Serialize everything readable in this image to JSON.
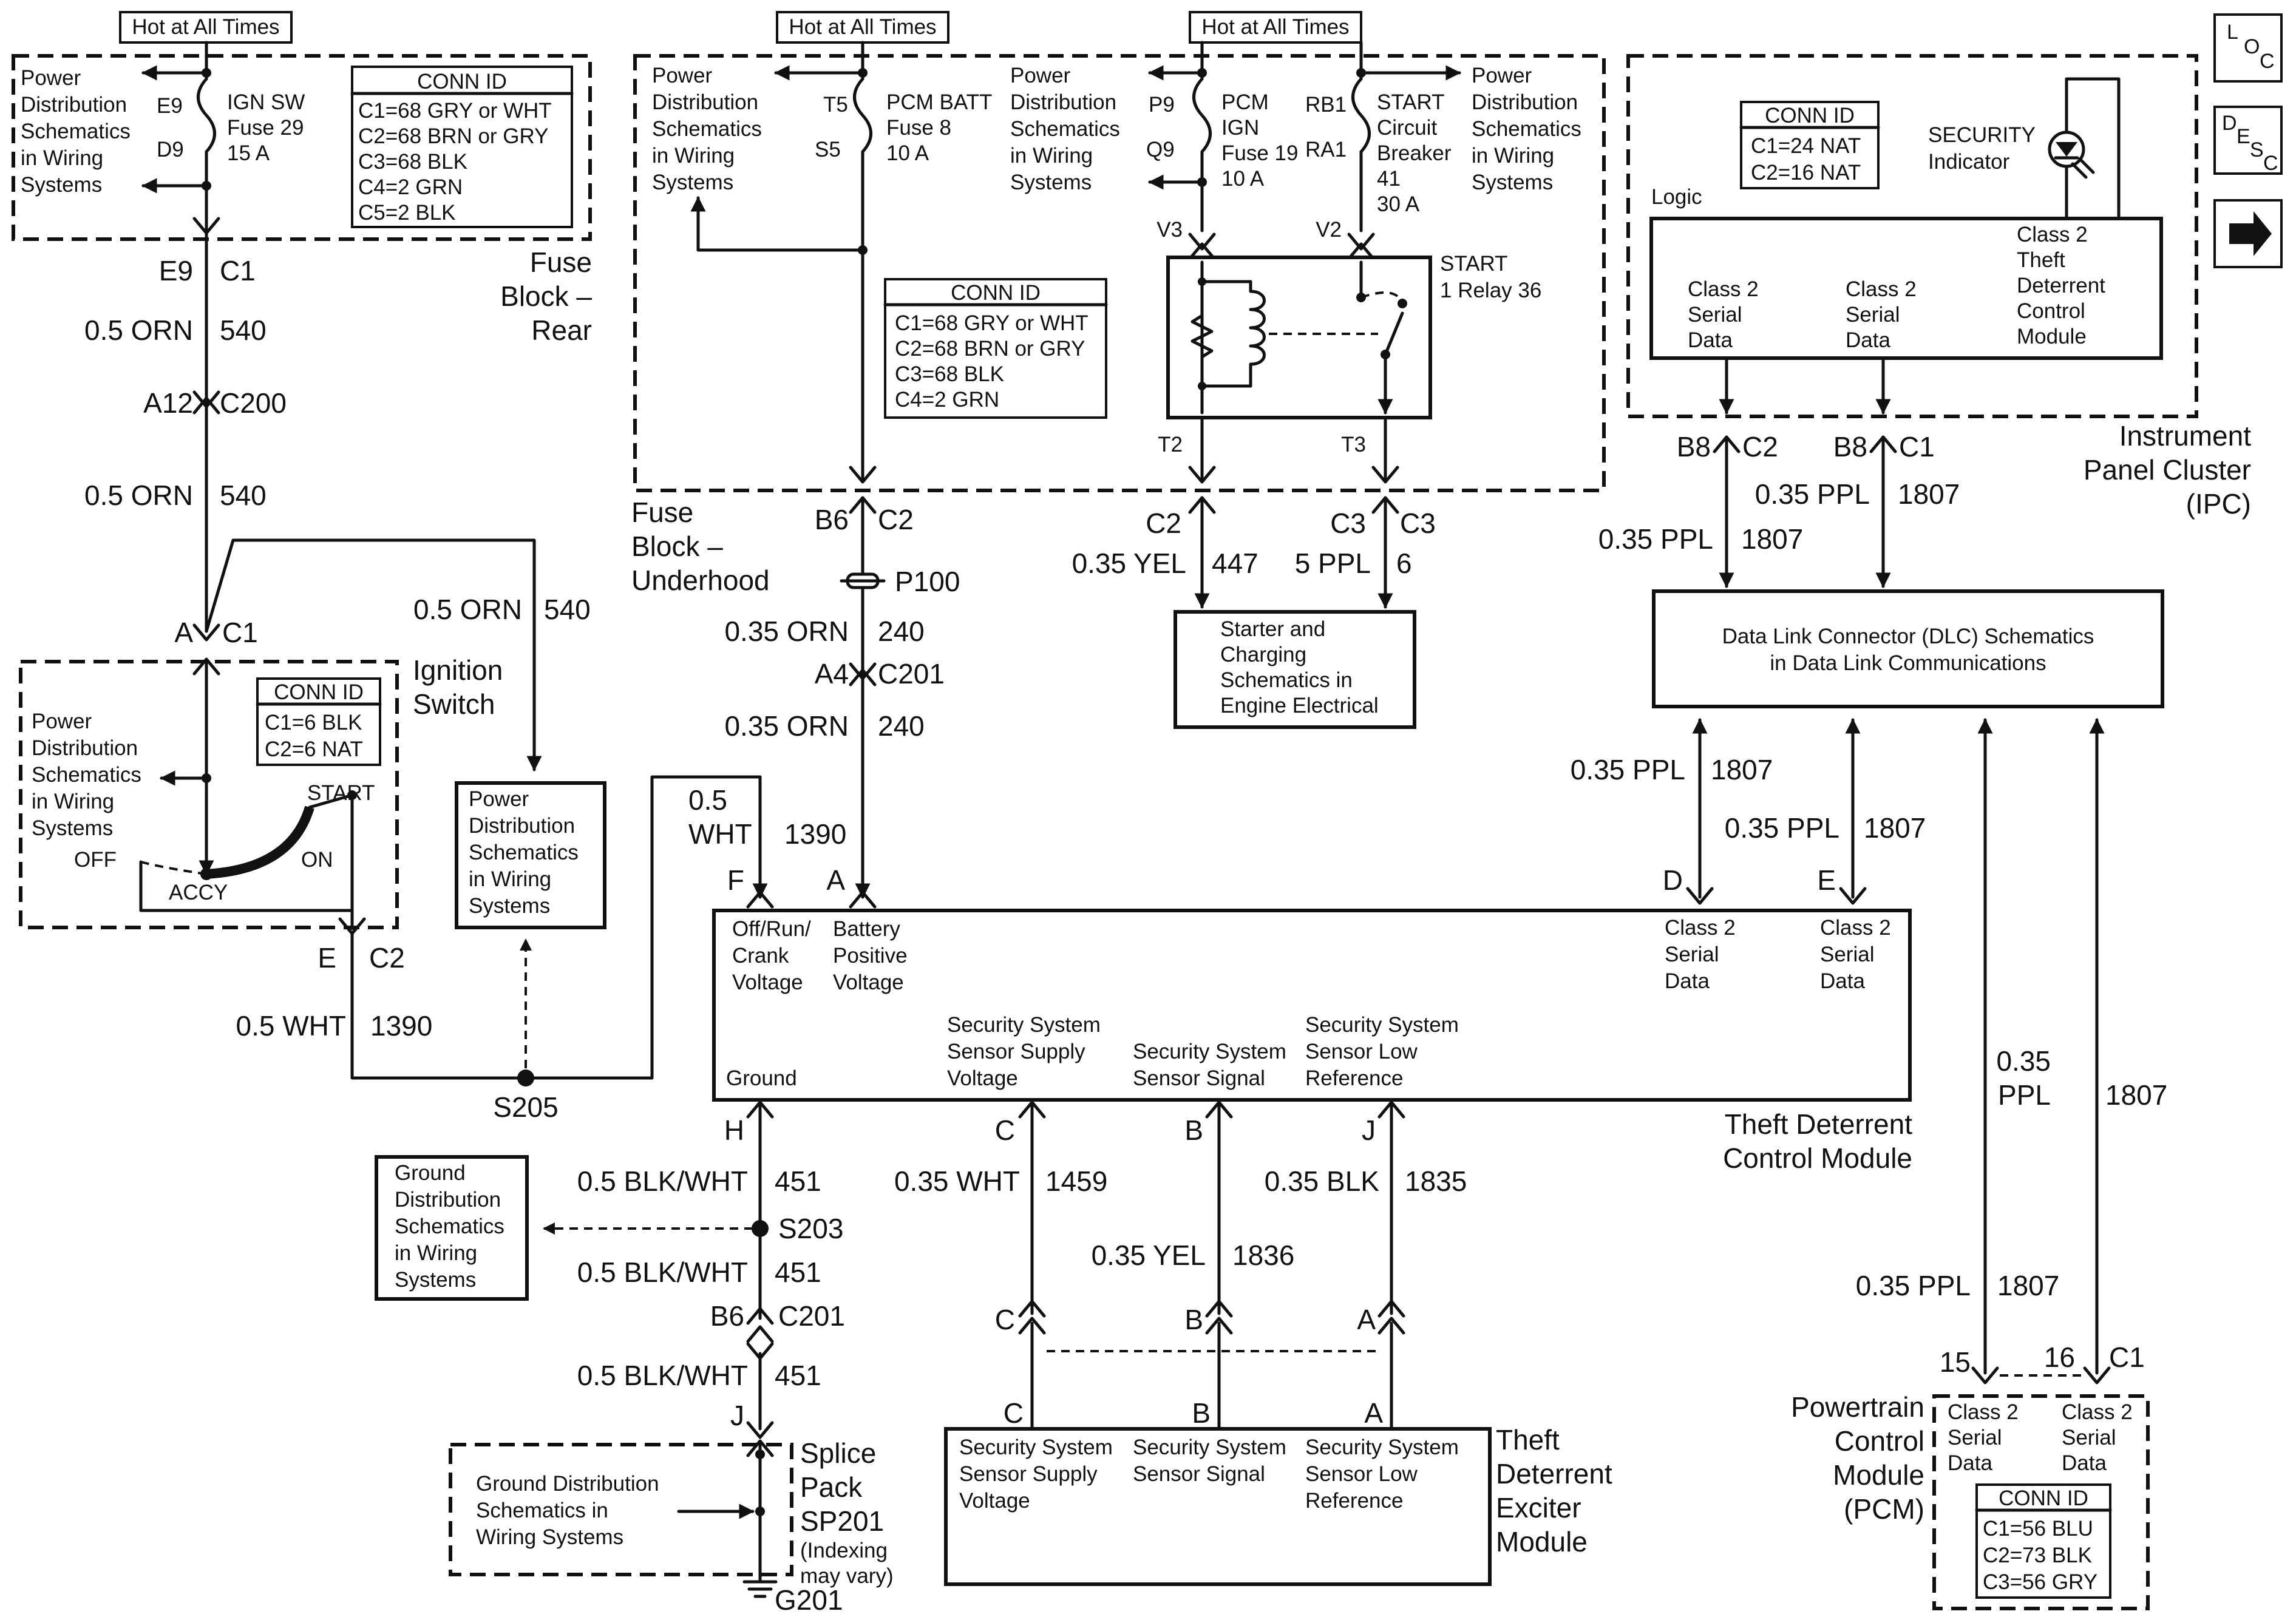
{
  "colors": {
    "ink": "#111111",
    "background": "#ffffff"
  },
  "nav": {
    "loc": [
      "L",
      "O",
      "C"
    ],
    "desc": [
      "D",
      "E",
      "S",
      "C"
    ],
    "next_icon": "arrow-right-icon"
  },
  "hot_labels": [
    "Hot at All Times",
    "Hot at All Times",
    "Hot at All Times"
  ],
  "power_distribution": [
    "Power",
    "Distribution",
    "Schematics",
    "in Wiring",
    "Systems"
  ],
  "rear_block": {
    "pins": [
      "E9",
      "D9"
    ],
    "fuse": [
      "IGN SW",
      "Fuse 29",
      "15 A"
    ],
    "title": [
      "Fuse",
      "Block –",
      "Rear"
    ],
    "conn_title": "CONN ID",
    "conn": [
      "C1=68 GRY or WHT",
      "C2=68 BRN or GRY",
      "C3=68 BLK",
      "C4=2 GRN",
      "C5=2 BLK"
    ]
  },
  "left_wire": {
    "conn1": [
      "E9",
      "C1"
    ],
    "wire1": [
      "0.5 ORN",
      "540"
    ],
    "c200": [
      "A12",
      "C200"
    ],
    "wire2": [
      "0.5 ORN",
      "540"
    ],
    "ign_c1": [
      "A",
      "C1"
    ],
    "branch": [
      "0.5 ORN",
      "540"
    ]
  },
  "ignition": {
    "title": [
      "Ignition",
      "Switch"
    ],
    "conn_title": "CONN ID",
    "conn": [
      "C1=6 BLK",
      "C2=6 NAT"
    ],
    "positions": {
      "start": "START",
      "on": "ON",
      "off": "OFF",
      "accy": "ACCY"
    },
    "c2": [
      "E",
      "C2"
    ],
    "wire": [
      "0.5 WHT",
      "1390"
    ],
    "splice": "S205"
  },
  "underhood": {
    "title": [
      "Fuse",
      "Block –",
      "Underhood"
    ],
    "pcm_batt": {
      "pins": [
        "T5",
        "S5"
      ],
      "fuse": [
        "PCM BATT",
        "Fuse 8",
        "10 A"
      ]
    },
    "pcm_ign": {
      "pins": [
        "P9",
        "Q9"
      ],
      "fuse": [
        "PCM",
        "IGN",
        "Fuse 19",
        "10 A"
      ]
    },
    "breaker": {
      "pins": [
        "RB1",
        "RA1"
      ],
      "label": [
        "START",
        "Circuit",
        "Breaker",
        "41",
        "30 A"
      ]
    },
    "relay": {
      "label": [
        "START",
        "1 Relay 36"
      ],
      "pins": [
        "V3",
        "V2",
        "T2",
        "T3"
      ]
    },
    "conn_title": "CONN ID",
    "conn": [
      "C1=68 GRY or WHT",
      "C2=68 BRN or GRY",
      "C3=68 BLK",
      "C4=2 GRN"
    ]
  },
  "center_wire": {
    "b6c2": [
      "B6",
      "C2"
    ],
    "p100": "P100",
    "wire1": [
      "0.35 ORN",
      "240"
    ],
    "c201": [
      "A4",
      "C201"
    ],
    "wire2": [
      "0.35 ORN",
      "240"
    ],
    "wht": [
      "0.5",
      "WHT",
      "1390"
    ]
  },
  "starter": {
    "c2": "C2",
    "c3a": "C3",
    "c3b": "C3",
    "wire_yel": [
      "0.35 YEL",
      "447"
    ],
    "wire_ppl": [
      "5 PPL",
      "6"
    ],
    "box": [
      "Starter and",
      "Charging",
      "Schematics in",
      "Engine Electrical"
    ]
  },
  "ipc": {
    "logic": "Logic",
    "conn_title": "CONN ID",
    "conn": [
      "C1=24 NAT",
      "C2=16 NAT"
    ],
    "security": [
      "SECURITY",
      "Indicator"
    ],
    "serial1": [
      "Class 2",
      "Serial",
      "Data"
    ],
    "serial2": [
      "Class 2",
      "Serial",
      "Data"
    ],
    "module": [
      "Class 2",
      "Theft",
      "Deterrent",
      "Control",
      "Module"
    ],
    "title": [
      "Instrument",
      "Panel Cluster",
      "(IPC)"
    ],
    "b8c2": [
      "B8",
      "C2"
    ],
    "b8c1": [
      "B8",
      "C1"
    ],
    "wire1": [
      "0.35 PPL",
      "1807"
    ],
    "wire2": [
      "0.35 PPL",
      "1807"
    ]
  },
  "dlc": {
    "box": [
      "Data Link Connector (DLC) Schematics",
      "in Data Link Communications"
    ]
  },
  "tdcm_wires": {
    "d_wire": [
      "0.35 PPL",
      "1807"
    ],
    "e_wire": [
      "0.35 PPL",
      "1807"
    ],
    "pcm_wire_a": [
      "0.35",
      "PPL",
      "1807"
    ],
    "pcm_wire_b": [
      "0.35 PPL",
      "1807"
    ]
  },
  "tdcm": {
    "pins_top": [
      "F",
      "A",
      "D",
      "E"
    ],
    "labels": {
      "offrun": [
        "Off/Run/",
        "Crank",
        "Voltage"
      ],
      "battery": [
        "Battery",
        "Positive",
        "Voltage"
      ],
      "c2a": [
        "Class 2",
        "Serial",
        "Data"
      ],
      "c2b": [
        "Class 2",
        "Serial",
        "Data"
      ],
      "supply": [
        "Security System",
        "Sensor Supply",
        "Voltage"
      ],
      "signal": [
        "Security System",
        "Sensor Signal"
      ],
      "low": [
        "Security System",
        "Sensor Low",
        "Reference"
      ],
      "ground": "Ground"
    },
    "title": [
      "Theft Deterrent",
      "Control Module"
    ],
    "pins_bottom": [
      "H",
      "C",
      "B",
      "J"
    ]
  },
  "ground_path": {
    "w1": [
      "0.5 BLK/WHT",
      "451"
    ],
    "s203": "S203",
    "w2": [
      "0.5 BLK/WHT",
      "451"
    ],
    "c201": [
      "B6",
      "C201"
    ],
    "w3": [
      "0.5 BLK/WHT",
      "451"
    ],
    "j": "J",
    "gds_box": [
      "Ground",
      "Distribution",
      "Schematics",
      "in Wiring",
      "Systems"
    ],
    "gds_dash": [
      "Ground Distribution",
      "Schematics in",
      "Wiring Systems"
    ],
    "splice_pack": [
      "Splice",
      "Pack",
      "SP201",
      "(Indexing",
      "may vary)"
    ],
    "g201": "G201"
  },
  "exciter_wires": {
    "w1459": [
      "0.35 WHT",
      "1459"
    ],
    "w1836": [
      "0.35 YEL",
      "1836"
    ],
    "w1835": [
      "0.35 BLK",
      "1835"
    ],
    "pins_mid": [
      "C",
      "B",
      "A"
    ],
    "pins_mod": [
      "C",
      "B",
      "A"
    ]
  },
  "exciter": {
    "supply": [
      "Security System",
      "Sensor Supply",
      "Voltage"
    ],
    "signal": [
      "Security System",
      "Sensor Signal"
    ],
    "low": [
      "Security System",
      "Sensor Low",
      "Reference"
    ],
    "title": [
      "Theft",
      "Deterrent",
      "Exciter",
      "Module"
    ]
  },
  "pcm": {
    "pins": [
      "15",
      "16",
      "C1"
    ],
    "title": [
      "Powertrain",
      "Control",
      "Module",
      "(PCM)"
    ],
    "serial1": [
      "Class 2",
      "Serial",
      "Data"
    ],
    "serial2": [
      "Class 2",
      "Serial",
      "Data"
    ],
    "conn_title": "CONN ID",
    "conn": [
      "C1=56 BLU",
      "C2=73 BLK",
      "C3=56 GRY"
    ]
  }
}
